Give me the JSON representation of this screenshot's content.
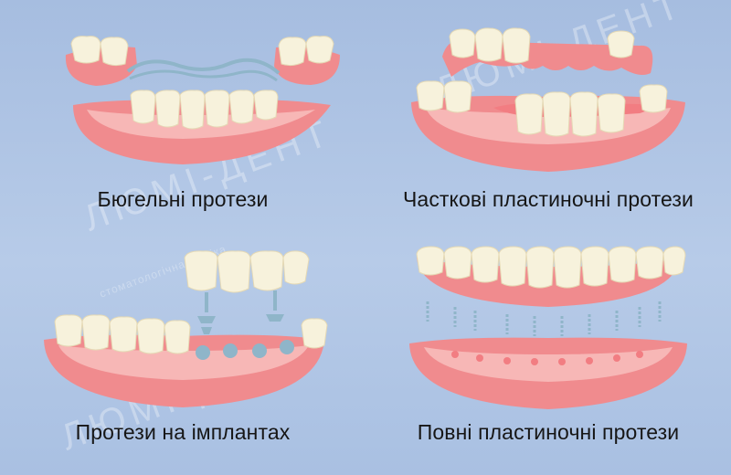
{
  "captions": {
    "clasp": "Бюгельні протези",
    "partial": "Часткові пластиночні протези",
    "implant": "Протези на імплантах",
    "full": "Повні пластиночні протези"
  },
  "watermark": {
    "brand": "ЛЮМІ-ДЕНТ",
    "sub": "стоматологічна клініка"
  },
  "colors": {
    "gum": "#f08b8e",
    "gum_light": "#f7b7b6",
    "tooth": "#f7f2dc",
    "metal": "#8fb5c9",
    "background": "#a9c0e2"
  }
}
